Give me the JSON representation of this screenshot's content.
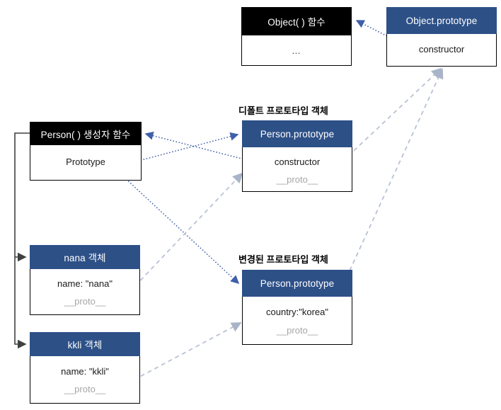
{
  "diagram": {
    "title_note": "JavaScript prototype chain diagram",
    "section_labels": [
      {
        "id": "default-proto",
        "text": "디폴트 프로토타입 객체"
      },
      {
        "id": "changed-proto",
        "text": "변경된 프로토타입 객체"
      }
    ],
    "boxes": [
      {
        "id": "object-function",
        "header": "Object( ) 함수",
        "header_style": "black",
        "fields": [
          {
            "text": "…",
            "style": "dots"
          }
        ]
      },
      {
        "id": "object-prototype",
        "header": "Object.prototype",
        "header_style": "blue",
        "fields": [
          {
            "text": "constructor",
            "style": "normal"
          }
        ]
      },
      {
        "id": "person-function",
        "header": "Person( ) 생성자 함수",
        "header_style": "black",
        "fields": [
          {
            "text": "Prototype",
            "style": "normal"
          }
        ]
      },
      {
        "id": "person-prototype-default",
        "header": "Person.prototype",
        "header_style": "blue",
        "fields": [
          {
            "text": "constructor",
            "style": "normal"
          },
          {
            "text": "__proto__",
            "style": "proto"
          }
        ]
      },
      {
        "id": "person-prototype-changed",
        "header": "Person.prototype",
        "header_style": "blue",
        "fields": [
          {
            "text": "country:\"korea\"",
            "style": "normal"
          },
          {
            "text": "__proto__",
            "style": "proto"
          }
        ]
      },
      {
        "id": "nana-object",
        "header": "nana 객체",
        "header_style": "blue",
        "fields": [
          {
            "text": "name: \"nana\"",
            "style": "normal"
          },
          {
            "text": "__proto__",
            "style": "proto"
          }
        ]
      },
      {
        "id": "kkli-object",
        "header": "kkli 객체",
        "header_style": "blue",
        "fields": [
          {
            "text": "name: \"kkli\"",
            "style": "normal"
          },
          {
            "text": "__proto__",
            "style": "proto"
          }
        ]
      }
    ],
    "colors": {
      "header_blue": "#2d5087",
      "header_black": "#000000",
      "box_border": "#000000",
      "arrow_blue": "#3f5fa8",
      "arrow_gray": "#b8c2d4",
      "bracket_black": "#404040",
      "proto_text": "#a6a6a6"
    }
  }
}
